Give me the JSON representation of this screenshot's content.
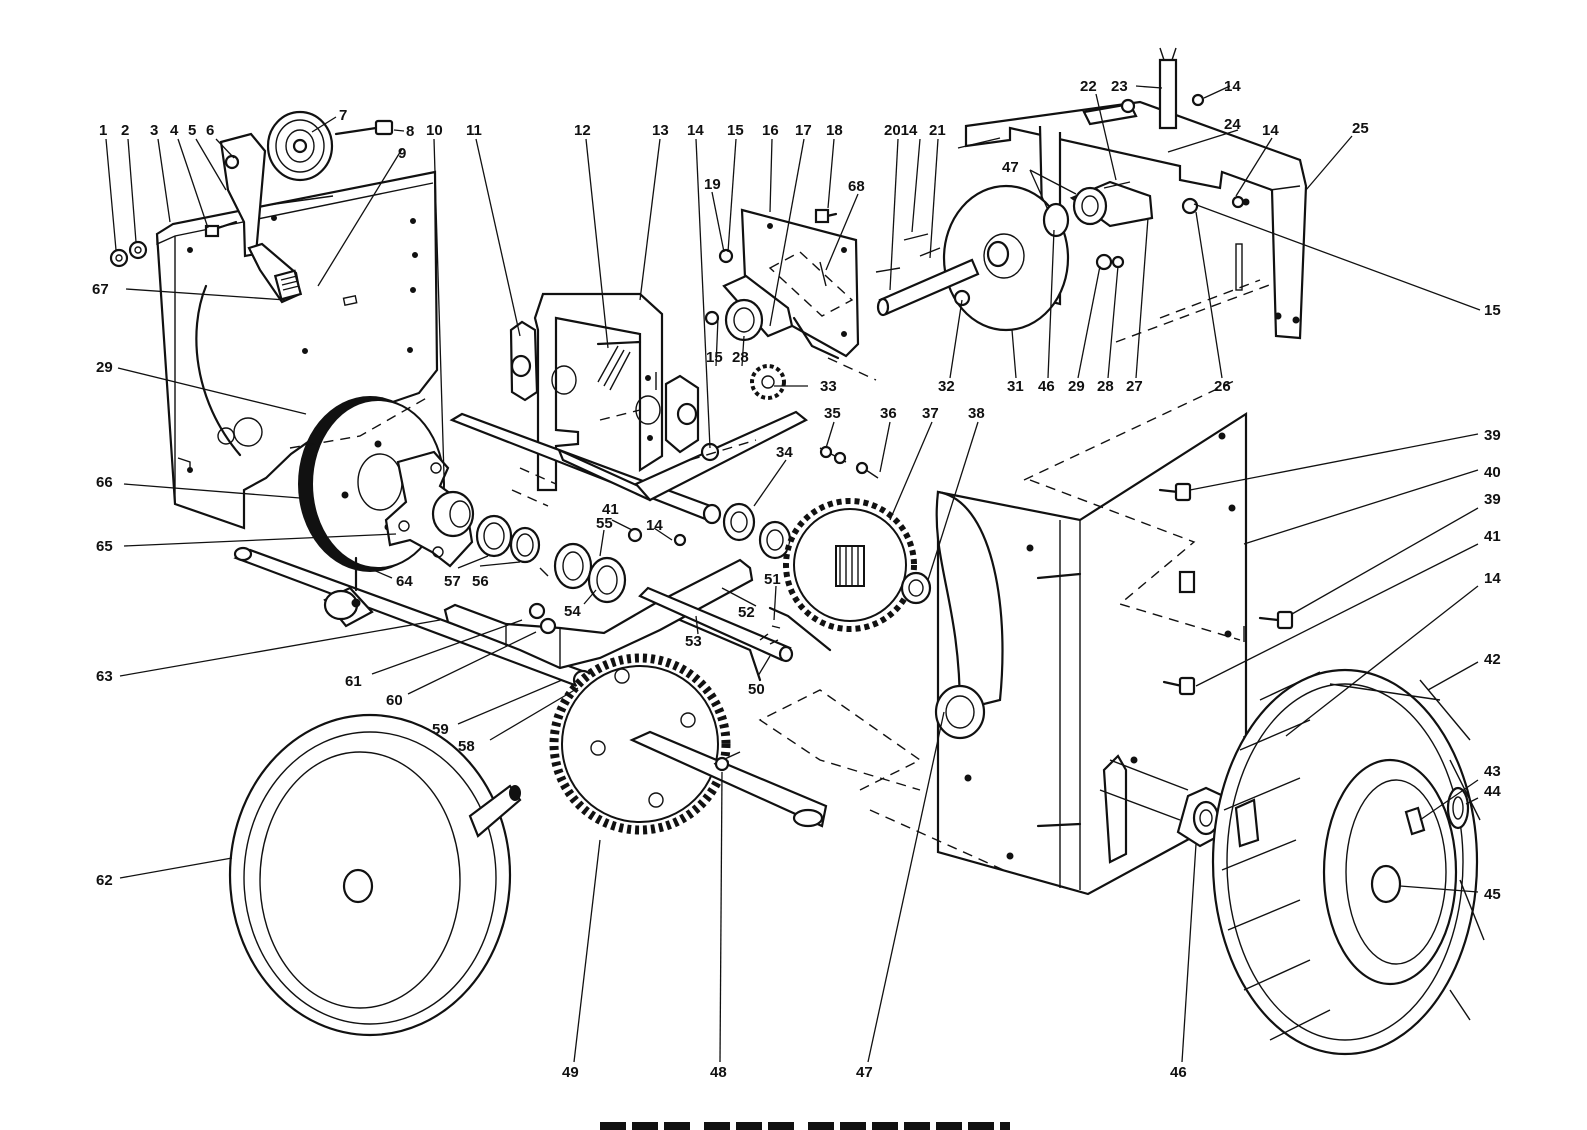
{
  "diagram": {
    "callouts": [
      {
        "id": "c1",
        "text": "1"
      },
      {
        "id": "c2",
        "text": "2"
      },
      {
        "id": "c3",
        "text": "3"
      },
      {
        "id": "c4",
        "text": "4"
      },
      {
        "id": "c5",
        "text": "5"
      },
      {
        "id": "c6",
        "text": "6"
      },
      {
        "id": "c7",
        "text": "7"
      },
      {
        "id": "c8",
        "text": "8"
      },
      {
        "id": "c9",
        "text": "9"
      },
      {
        "id": "c10",
        "text": "10"
      },
      {
        "id": "c11",
        "text": "11"
      },
      {
        "id": "c12",
        "text": "12"
      },
      {
        "id": "c13",
        "text": "13"
      },
      {
        "id": "c14a",
        "text": "14"
      },
      {
        "id": "c15a",
        "text": "15"
      },
      {
        "id": "c16",
        "text": "16"
      },
      {
        "id": "c17",
        "text": "17"
      },
      {
        "id": "c18",
        "text": "18"
      },
      {
        "id": "c19",
        "text": "19"
      },
      {
        "id": "c2014",
        "text": "2014"
      },
      {
        "id": "c21",
        "text": "21"
      },
      {
        "id": "c22",
        "text": "22"
      },
      {
        "id": "c23",
        "text": "23"
      },
      {
        "id": "c14b",
        "text": "14"
      },
      {
        "id": "c24",
        "text": "24"
      },
      {
        "id": "c14c",
        "text": "14"
      },
      {
        "id": "c25",
        "text": "25"
      },
      {
        "id": "c47a",
        "text": "47"
      },
      {
        "id": "c68",
        "text": "68"
      },
      {
        "id": "c15b",
        "text": "15"
      },
      {
        "id": "c67",
        "text": "67"
      },
      {
        "id": "c29a",
        "text": "29"
      },
      {
        "id": "c15c",
        "text": "15"
      },
      {
        "id": "c28a",
        "text": "28"
      },
      {
        "id": "c33",
        "text": "33"
      },
      {
        "id": "c32",
        "text": "32"
      },
      {
        "id": "c31",
        "text": "31"
      },
      {
        "id": "c46a",
        "text": "46"
      },
      {
        "id": "c29b",
        "text": "29"
      },
      {
        "id": "c28b",
        "text": "28"
      },
      {
        "id": "c27",
        "text": "27"
      },
      {
        "id": "c26",
        "text": "26"
      },
      {
        "id": "c66",
        "text": "66"
      },
      {
        "id": "c35",
        "text": "35"
      },
      {
        "id": "c36",
        "text": "36"
      },
      {
        "id": "c37",
        "text": "37"
      },
      {
        "id": "c38",
        "text": "38"
      },
      {
        "id": "c34",
        "text": "34"
      },
      {
        "id": "c39a",
        "text": "39"
      },
      {
        "id": "c40",
        "text": "40"
      },
      {
        "id": "c39b",
        "text": "39"
      },
      {
        "id": "c65",
        "text": "65"
      },
      {
        "id": "c41a",
        "text": "41"
      },
      {
        "id": "c55",
        "text": "55"
      },
      {
        "id": "c14d",
        "text": "14"
      },
      {
        "id": "c41b",
        "text": "41"
      },
      {
        "id": "c14e",
        "text": "14"
      },
      {
        "id": "c64",
        "text": "64"
      },
      {
        "id": "c57",
        "text": "57"
      },
      {
        "id": "c56",
        "text": "56"
      },
      {
        "id": "c54",
        "text": "54"
      },
      {
        "id": "c51",
        "text": "51"
      },
      {
        "id": "c52",
        "text": "52"
      },
      {
        "id": "c53",
        "text": "53"
      },
      {
        "id": "c63",
        "text": "63"
      },
      {
        "id": "c61",
        "text": "61"
      },
      {
        "id": "c60",
        "text": "60"
      },
      {
        "id": "c50",
        "text": "50"
      },
      {
        "id": "c42",
        "text": "42"
      },
      {
        "id": "c59",
        "text": "59"
      },
      {
        "id": "c58",
        "text": "58"
      },
      {
        "id": "c43",
        "text": "43"
      },
      {
        "id": "c44",
        "text": "44"
      },
      {
        "id": "c62",
        "text": "62"
      },
      {
        "id": "c45",
        "text": "45"
      },
      {
        "id": "c49",
        "text": "49"
      },
      {
        "id": "c48",
        "text": "48"
      },
      {
        "id": "c47b",
        "text": "47"
      },
      {
        "id": "c46b",
        "text": "46"
      }
    ]
  }
}
